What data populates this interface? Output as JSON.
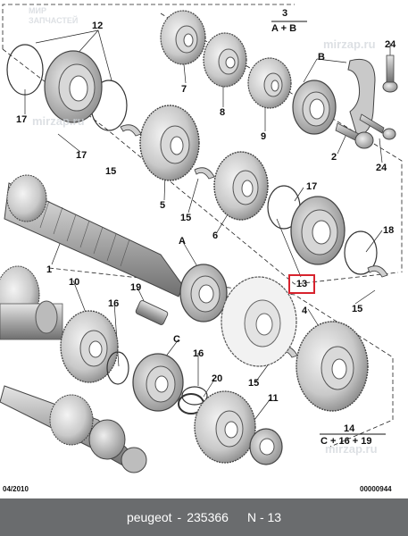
{
  "watermark": {
    "line1": "МИР",
    "line2": "ЗАПЧАСТЕЙ",
    "site": "mirzap.ru"
  },
  "callouts": {
    "c1": "1",
    "c2": "2",
    "c3": "3",
    "c4": "4",
    "c5": "5",
    "c6": "6",
    "c7": "7",
    "c8": "8",
    "c9": "9",
    "c10": "10",
    "c11": "11",
    "c12": "12",
    "c13": "13",
    "c14": "14",
    "c15": "15",
    "c16": "16",
    "c17": "17",
    "c18": "18",
    "c19": "19",
    "c20": "20",
    "c24": "24",
    "cA": "A",
    "cB": "B",
    "cC": "C"
  },
  "formulas": {
    "f3": "A + B",
    "f14": "C + 16 + 19"
  },
  "date_code": "04/2010",
  "ref_code": "00000944",
  "footer": {
    "brand": "peugeot",
    "separator": "-",
    "part_number": "235366",
    "ref_label": "N - 13"
  }
}
